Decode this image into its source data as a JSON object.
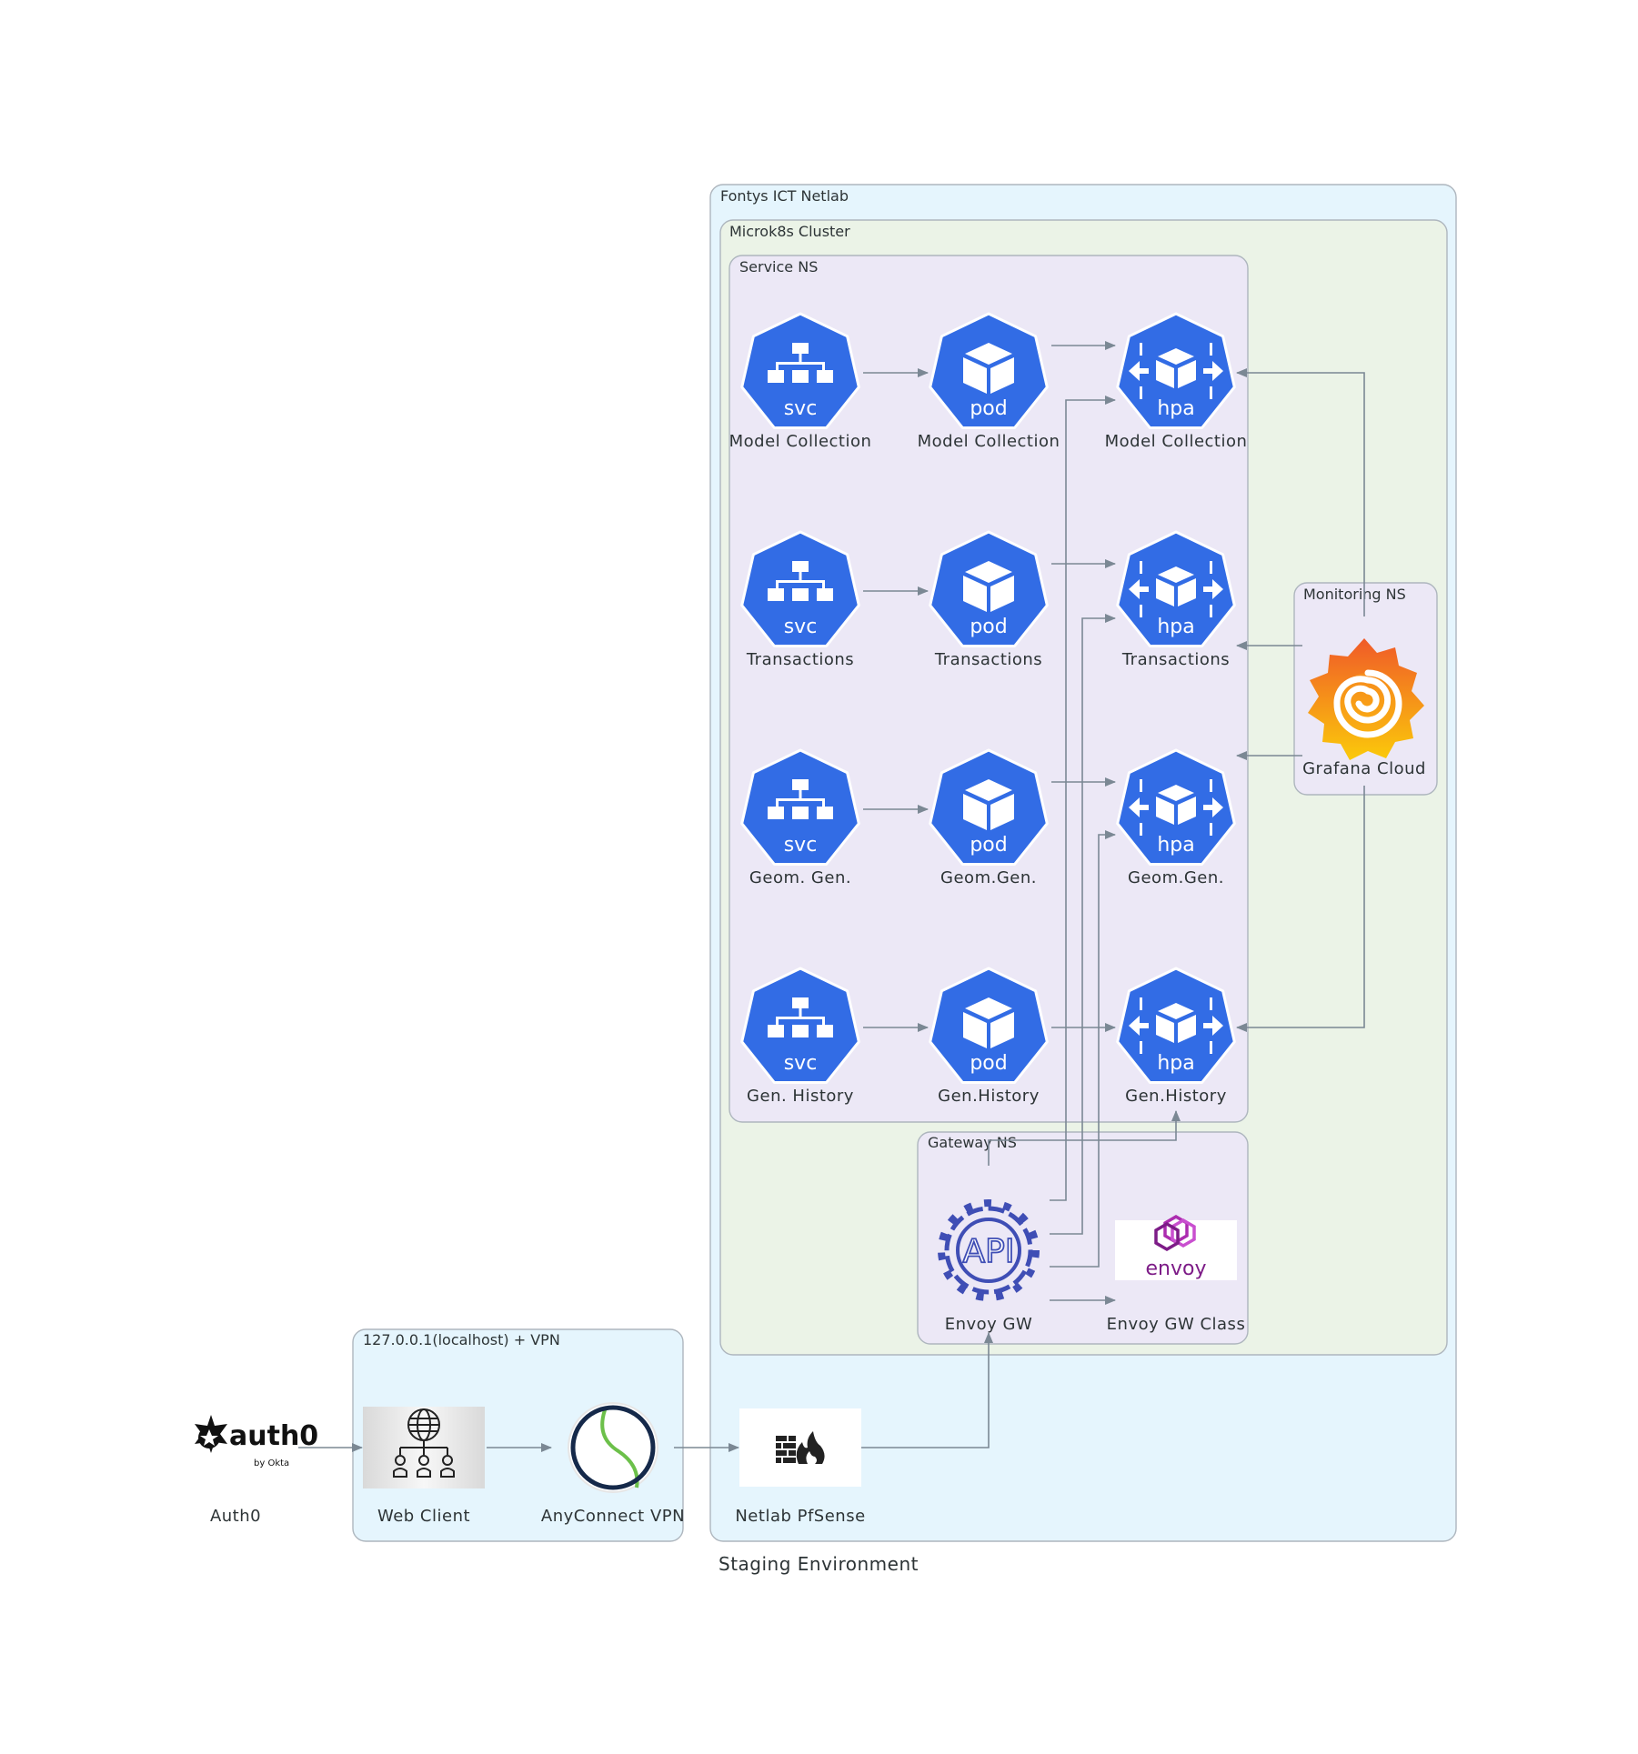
{
  "caption": "Staging Environment",
  "clusters": {
    "netlab": "Fontys ICT Netlab",
    "microk8s": "Microk8s Cluster",
    "service_ns": "Service NS",
    "monitoring_ns": "Monitoring NS",
    "gateway_ns": "Gateway NS",
    "localhost": "127.0.0.1(localhost) + VPN"
  },
  "nodes": {
    "svc_model": {
      "tag": "svc",
      "label": "Model Collection"
    },
    "pod_model": {
      "tag": "pod",
      "label": "Model Collection"
    },
    "hpa_model": {
      "tag": "hpa",
      "label": "Model Collection"
    },
    "svc_trans": {
      "tag": "svc",
      "label": "Transactions"
    },
    "pod_trans": {
      "tag": "pod",
      "label": "Transactions"
    },
    "hpa_trans": {
      "tag": "hpa",
      "label": "Transactions"
    },
    "svc_geom": {
      "tag": "svc",
      "label": "Geom. Gen."
    },
    "pod_geom": {
      "tag": "pod",
      "label": "Geom.Gen."
    },
    "hpa_geom": {
      "tag": "hpa",
      "label": "Geom.Gen."
    },
    "svc_hist": {
      "tag": "svc",
      "label": "Gen. History"
    },
    "pod_hist": {
      "tag": "pod",
      "label": "Gen.History"
    },
    "hpa_hist": {
      "tag": "hpa",
      "label": "Gen.History"
    },
    "grafana": {
      "label": "Grafana Cloud"
    },
    "envoy_gw": {
      "label": "Envoy GW",
      "logo_text": "API"
    },
    "envoy_class": {
      "label": "Envoy GW Class",
      "logo_text": "envoy"
    },
    "auth0": {
      "label": "Auth0",
      "logo_text": "auth0",
      "logo_subtext": "by Okta"
    },
    "web_client": {
      "label": "Web Client"
    },
    "anyconnect": {
      "label": "AnyConnect VPN"
    },
    "pfsense": {
      "label": "Netlab PfSense"
    }
  },
  "colors": {
    "k8s_blue": "#326ce5",
    "outer_cluster_fill": "#e5f5fd",
    "microk8s_fill": "#ebf3e7",
    "namespace_fill": "#ece8f6",
    "cluster_border": "#aeb6be",
    "edge": "#7b8894",
    "envoy_magenta": "#ac2caf",
    "anyconnect_ring": "#15294a",
    "anyconnect_green": "#6cc04a"
  },
  "icons": {
    "svc": "service-network-icon",
    "pod": "pod-cube-icon",
    "hpa": "hpa-scale-icon",
    "grafana": "grafana-logo",
    "api": "api-gear-icon",
    "envoy": "envoy-logo",
    "auth0": "auth0-logo",
    "web_client": "globe-users-icon",
    "anyconnect": "anyconnect-logo",
    "pfsense": "firewall-icon"
  }
}
